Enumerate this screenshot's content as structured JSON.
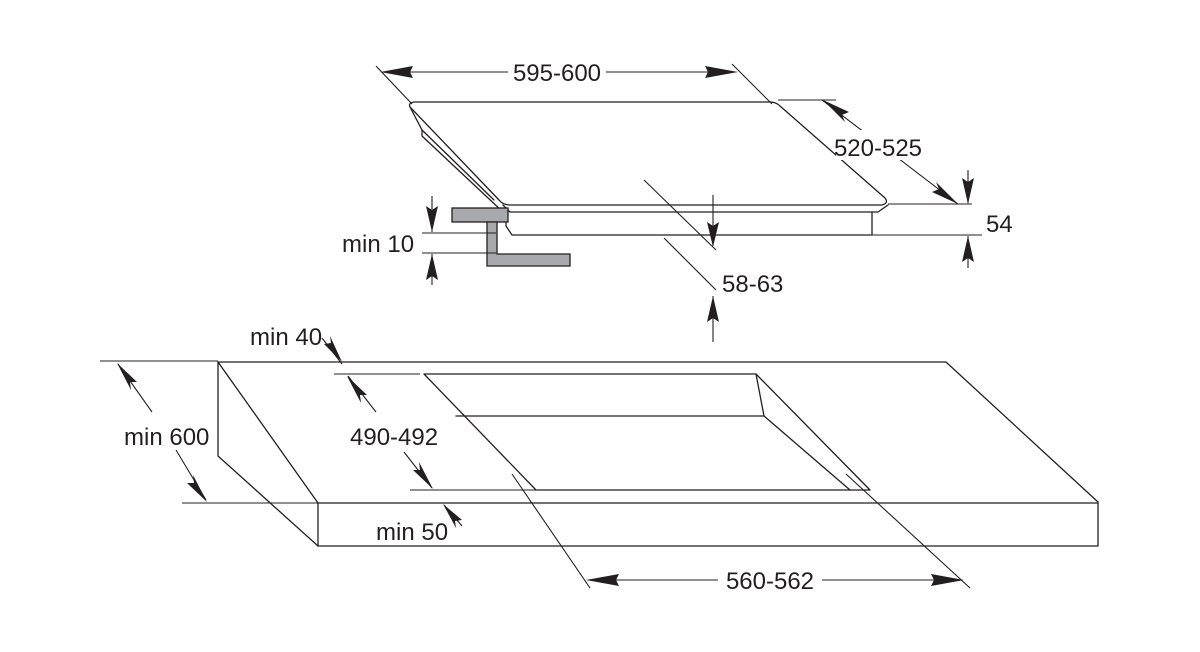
{
  "colors": {
    "line": "#231f20",
    "bracket_fill": "#a7a9ac",
    "background": "#ffffff"
  },
  "labels": {
    "hob_width": "595-600",
    "hob_depth": "520-525",
    "hob_height": "54",
    "min_clearance_top": "min 10",
    "install_depth": "58-63",
    "min_back_margin": "min 40",
    "worktop_depth": "min 600",
    "cutout_depth": "490-492",
    "min_front_margin": "min 50",
    "cutout_width": "560-562"
  }
}
